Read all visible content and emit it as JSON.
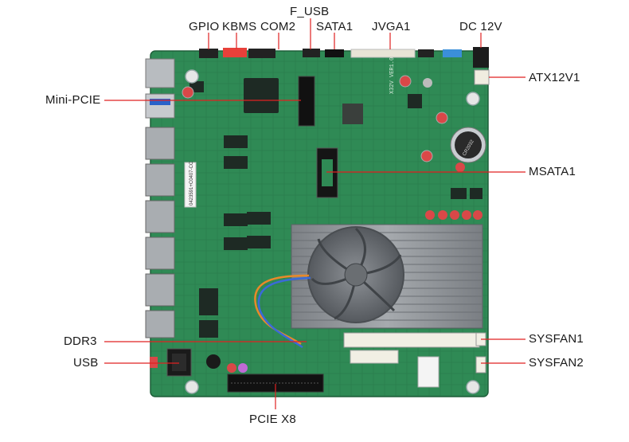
{
  "diagram": {
    "title": "",
    "board_silkscreen": "X32V VER1.0",
    "sticker_text": "0423591+C0407-CC",
    "battery_text": "CR2032",
    "labels": {
      "gpio": "GPIO",
      "kbms": "KBMS",
      "com2": "COM2",
      "f_usb": "F_USB",
      "sata1": "SATA1",
      "jvga1": "JVGA1",
      "dc12v": "DC 12V",
      "atx12v1": "ATX12V1",
      "mini_pcie": "Mini-PCIE",
      "msata1": "MSATA1",
      "ddr3": "DDR3",
      "usb": "USB",
      "sysfan1": "SYSFAN1",
      "sysfan2": "SYSFAN2",
      "pcie_x8": "PCIE X8"
    }
  },
  "colors": {
    "pcb": "#2f8a55",
    "pcb_dark": "#246f44",
    "leader": "#e02020",
    "heatsink": "#8c9095",
    "text": "#1a1a1a"
  }
}
